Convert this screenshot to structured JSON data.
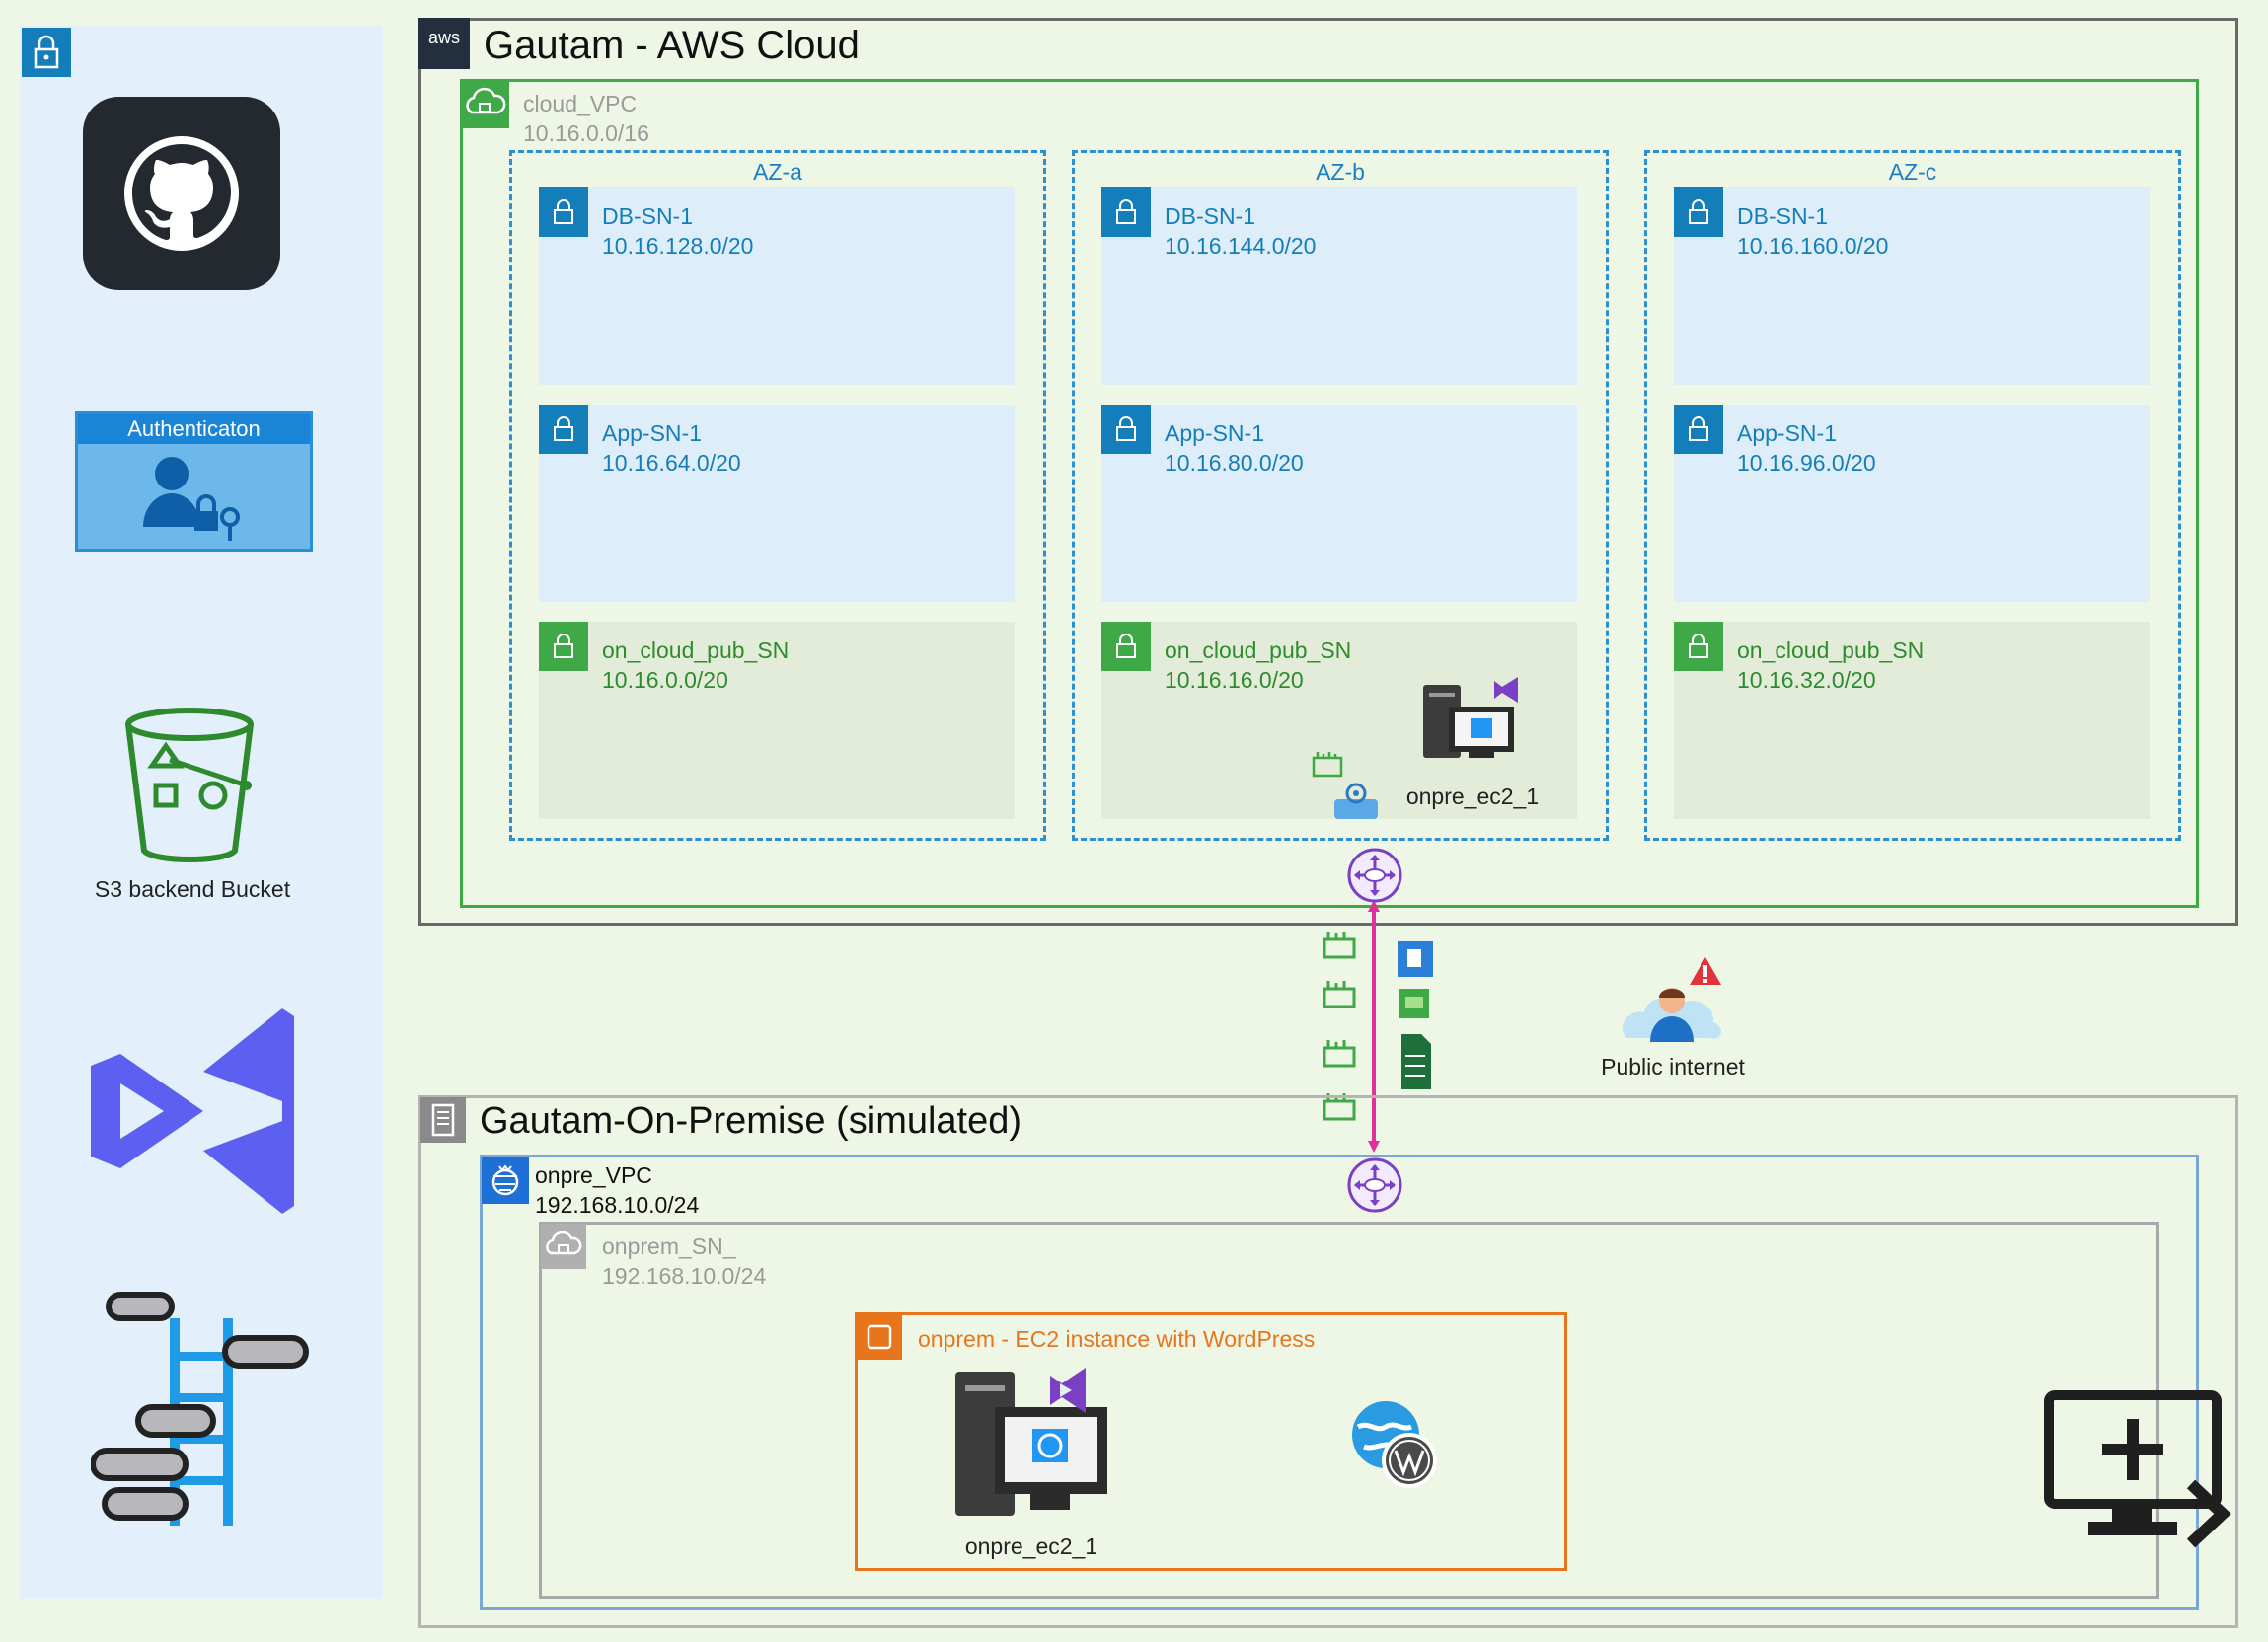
{
  "aws_cloud": {
    "title": "Gautam - AWS Cloud",
    "badge": "aws"
  },
  "vpc": {
    "name": "cloud_VPC",
    "cidr": "10.16.0.0/16"
  },
  "azs": [
    {
      "label": "AZ-a",
      "db": {
        "name": "DB-SN-1",
        "cidr": "10.16.128.0/20"
      },
      "app": {
        "name": "App-SN-1",
        "cidr": "10.16.64.0/20"
      },
      "pub": {
        "name": "on_cloud_pub_SN",
        "cidr": "10.16.0.0/20"
      }
    },
    {
      "label": "AZ-b",
      "db": {
        "name": "DB-SN-1",
        "cidr": "10.16.144.0/20"
      },
      "app": {
        "name": "App-SN-1",
        "cidr": "10.16.80.0/20"
      },
      "pub": {
        "name": "on_cloud_pub_SN",
        "cidr": "10.16.16.0/20"
      }
    },
    {
      "label": "AZ-c",
      "db": {
        "name": "DB-SN-1",
        "cidr": "10.16.160.0/20"
      },
      "app": {
        "name": "App-SN-1",
        "cidr": "10.16.96.0/20"
      },
      "pub": {
        "name": "on_cloud_pub_SN",
        "cidr": "10.16.32.0/20"
      }
    }
  ],
  "cloud_ec2_label": "onpre_ec2_1",
  "sidebar": {
    "auth_label": "Authenticaton",
    "s3_label": "S3 backend Bucket"
  },
  "public_internet_label": "Public internet",
  "onprem": {
    "title": "Gautam-On-Premise (simulated)",
    "vpc": {
      "name": "onpre_VPC",
      "cidr": "192.168.10.0/24"
    },
    "subnet": {
      "name": "onprem_SN_",
      "cidr": "192.168.10.0/24"
    },
    "instance_group_label": "onprem - EC2 instance with WordPress",
    "ec2_label": "onpre_ec2_1"
  },
  "colors": {
    "aws_green": "#3fa847",
    "subnet_blue": "#147eba",
    "dashed_blue": "#2b8fd6",
    "onprem_orange": "#e8741c",
    "vpn_pink": "#e0309a",
    "gateway_purple": "#7b3fc4"
  }
}
